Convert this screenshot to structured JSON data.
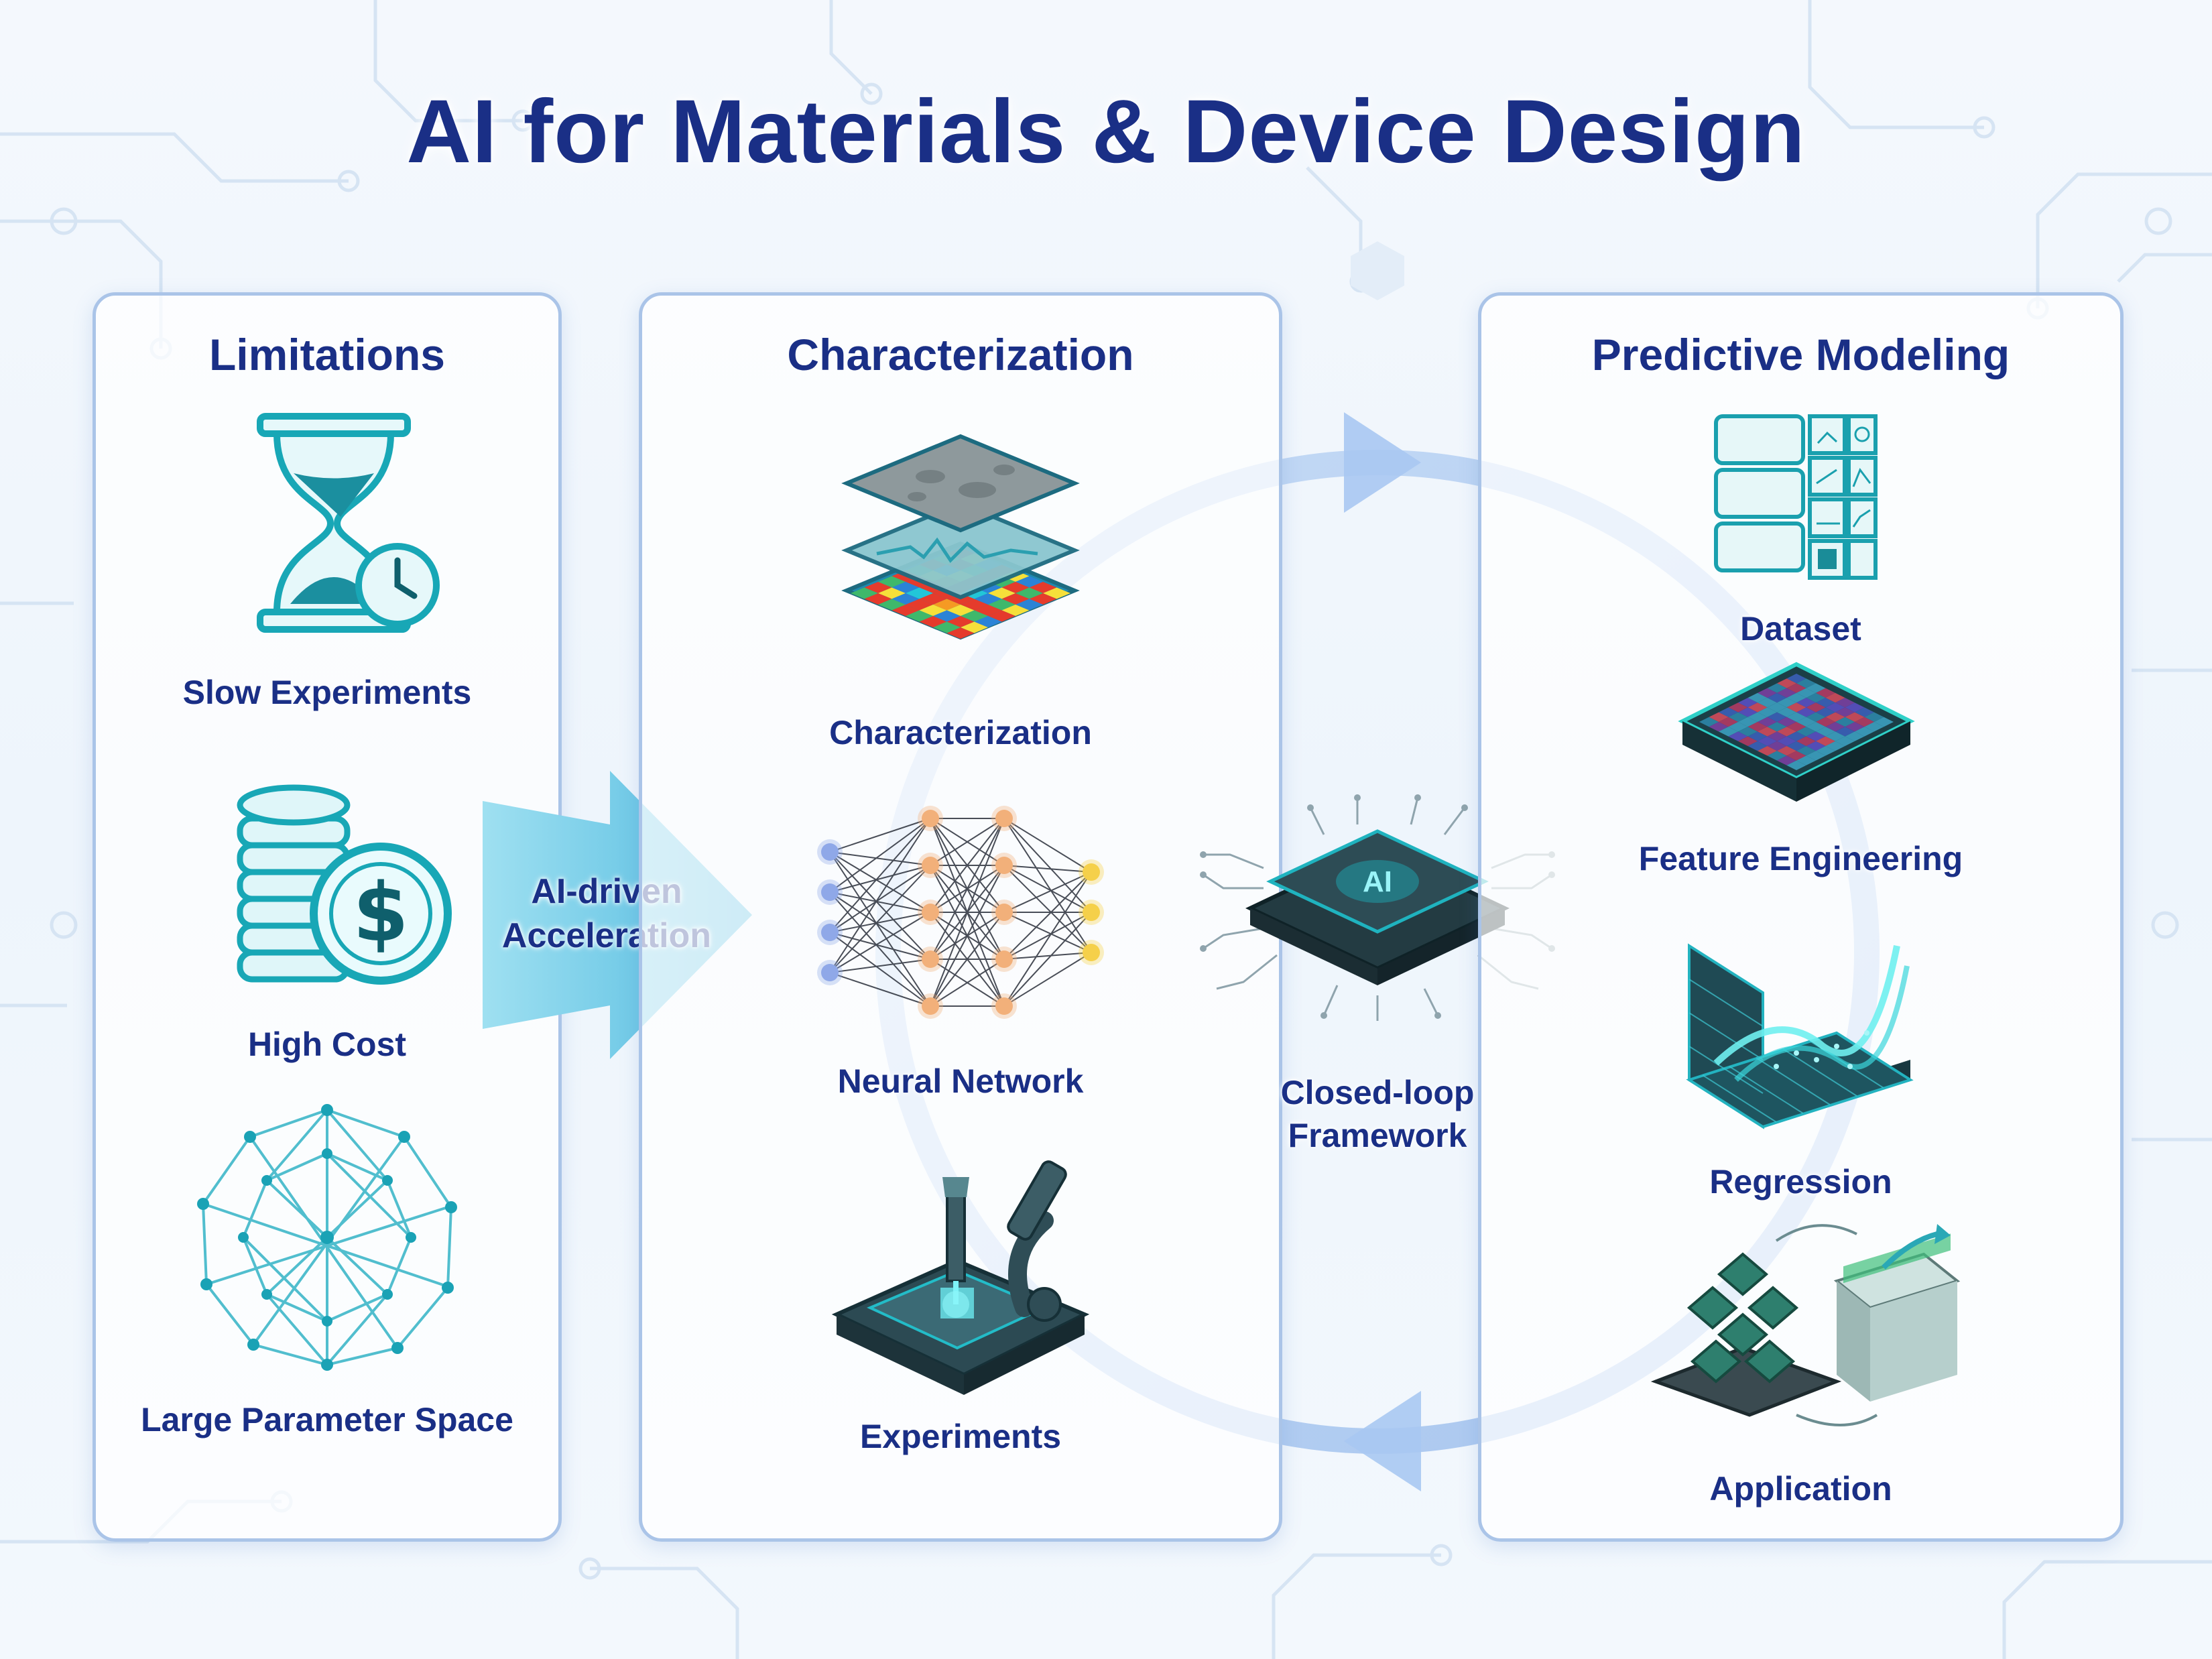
{
  "title": "AI for Materials & Device Design",
  "colors": {
    "title": "#1a2f86",
    "panel_border": "#aac4e8",
    "teal": "#19b8c4",
    "loop": "#9fc2f0",
    "arrow": "#6cc9e6"
  },
  "limitations": {
    "heading": "Limitations",
    "items": [
      {
        "label": "Slow Experiments",
        "icon": "hourglass-clock-icon"
      },
      {
        "label": "High Cost",
        "icon": "coins-dollar-icon"
      },
      {
        "label": "Large Parameter Space",
        "icon": "network-sphere-icon"
      }
    ]
  },
  "arrow_label": {
    "line1": "AI-driven",
    "line2": "Acceleration"
  },
  "characterization": {
    "heading": "Characterization",
    "items": [
      {
        "label": "Characterization",
        "icon": "layered-maps-icon"
      },
      {
        "label": "Neural Network",
        "icon": "neural-network-icon"
      },
      {
        "label": "Experiments",
        "icon": "lab-microscope-icon"
      }
    ]
  },
  "center": {
    "chip_text": "AI",
    "label_line1": "Closed-loop",
    "label_line2": "Framework",
    "icon": "ai-chip-icon"
  },
  "predictive": {
    "heading": "Predictive Modeling",
    "items": [
      {
        "label": "Dataset",
        "icon": "database-server-icon"
      },
      {
        "label": "Feature Engineering",
        "icon": "heatmap-grid-icon"
      },
      {
        "label": "Regression",
        "icon": "surface-plot-icon"
      },
      {
        "label": "Application",
        "icon": "crystal-device-icon"
      }
    ]
  }
}
